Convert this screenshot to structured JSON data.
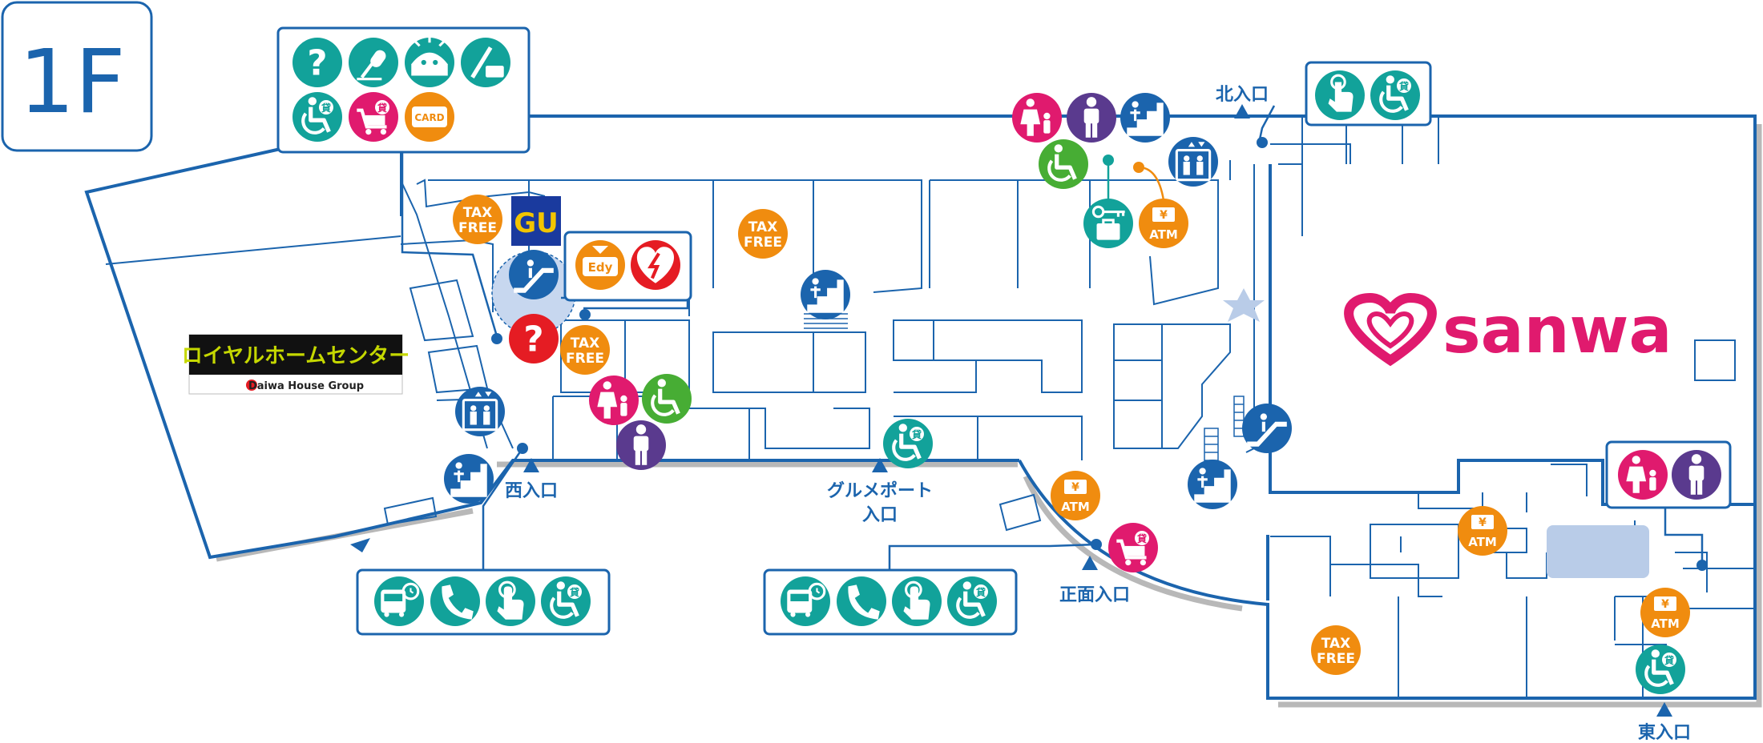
{
  "floor": {
    "label": "1F"
  },
  "tenants": {
    "royal": {
      "name": "ロイヤルホームセンター",
      "sub": "Daiwa House Group"
    },
    "gu": {
      "name": "GU"
    },
    "sanwa": {
      "name": "sanwa"
    }
  },
  "entrances": {
    "west": "西入口",
    "gourmet_line1": "グルメポート",
    "gourmet_line2": "入口",
    "main": "正面入口",
    "north": "北入口",
    "east": "東入口"
  },
  "icon_text": {
    "card": "CARD",
    "tax_top": "TAX",
    "tax_bottom": "FREE",
    "atm": "ATM",
    "edy": "Edy",
    "yen": "¥",
    "rental": "貸",
    "help": "?"
  },
  "colors": {
    "line": "#1b64ad",
    "teal": "#12a29a",
    "blue": "#1b64ad",
    "orange": "#f08c0f",
    "pink": "#e01a6e",
    "purple": "#5a3a8e",
    "green": "#47ad34",
    "red": "#e51c23",
    "sanwa": "#e01a6e",
    "royal_text": "#c5d800"
  }
}
